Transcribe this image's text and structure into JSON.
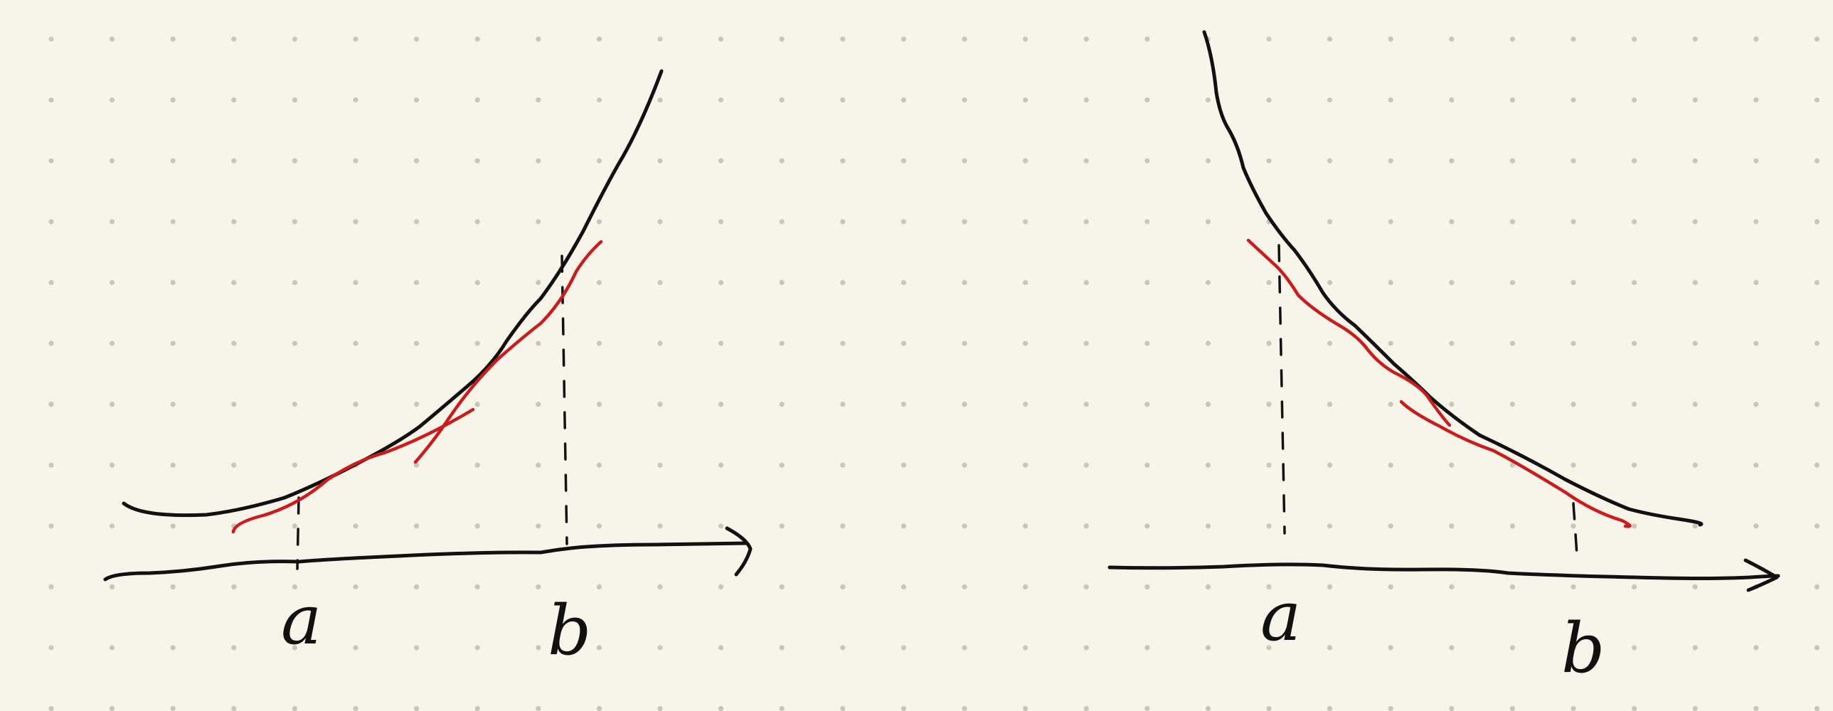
{
  "background_color": "#f7f5ea",
  "ink_color": "#111111",
  "tangent_color": "#cc1b1b",
  "dot_color": "#c9c6b9",
  "left_diagram": {
    "label_a": "a",
    "label_b": "b",
    "curve": "increasing-convex"
  },
  "right_diagram": {
    "label_a": "a",
    "label_b": "b",
    "curve": "decreasing-convex"
  }
}
